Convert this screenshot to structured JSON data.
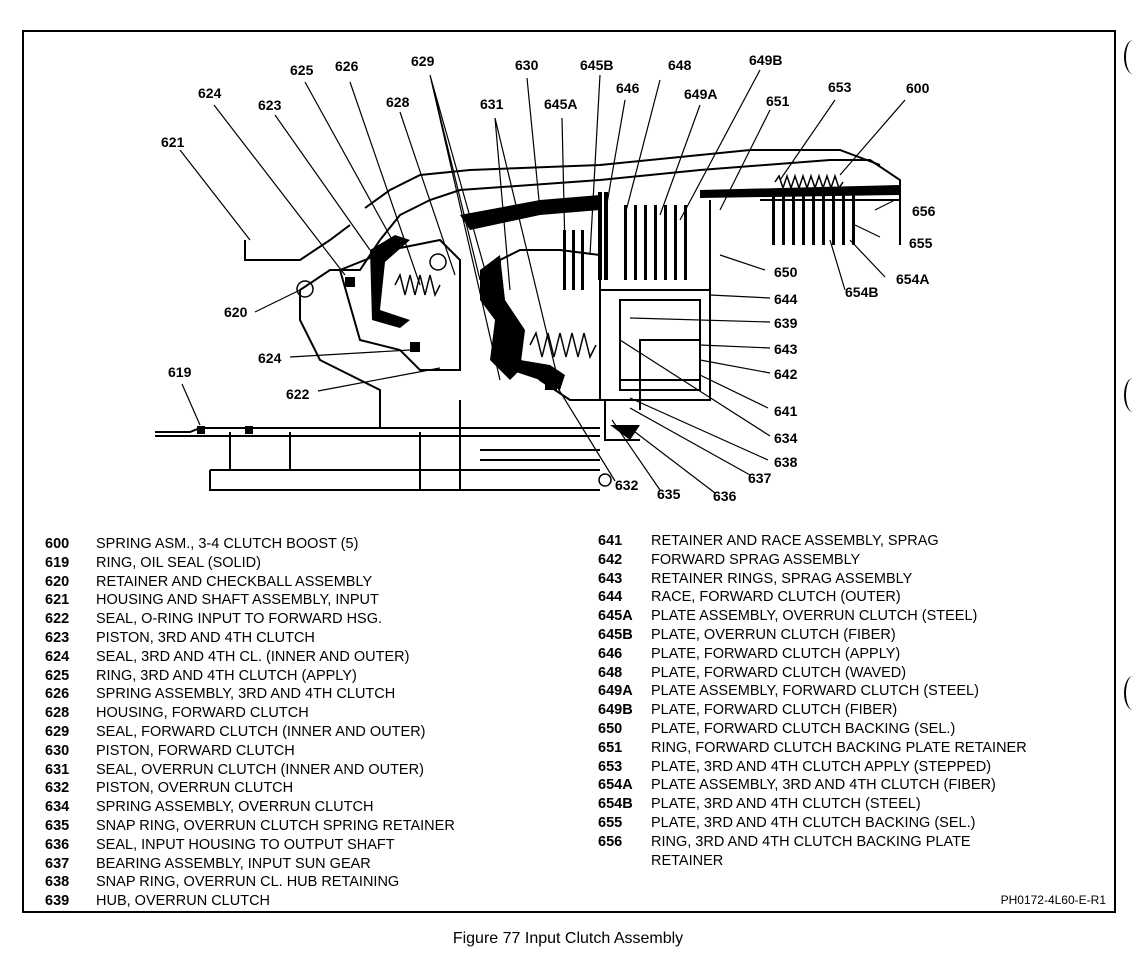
{
  "figure": {
    "caption": "Figure 77 Input Clutch Assembly",
    "reference_code": "PH0172-4L60-E-R1"
  },
  "callouts": [
    "625",
    "626",
    "629",
    "630",
    "645B",
    "648",
    "649B",
    "624",
    "623",
    "628",
    "631",
    "645A",
    "646",
    "649A",
    "651",
    "653",
    "600",
    "621",
    "656",
    "655",
    "650",
    "644",
    "654B",
    "654A",
    "620",
    "639",
    "624",
    "643",
    "642",
    "622",
    "619",
    "641",
    "634",
    "638",
    "637",
    "632",
    "635",
    "636"
  ],
  "legend_left": [
    {
      "num": "600",
      "desc": "SPRING ASM., 3-4 CLUTCH BOOST (5)"
    },
    {
      "num": "619",
      "desc": "RING, OIL SEAL (SOLID)"
    },
    {
      "num": "620",
      "desc": "RETAINER AND CHECKBALL ASSEMBLY"
    },
    {
      "num": "621",
      "desc": "HOUSING AND SHAFT ASSEMBLY, INPUT"
    },
    {
      "num": "622",
      "desc": "SEAL, O-RING INPUT TO FORWARD HSG."
    },
    {
      "num": "623",
      "desc": "PISTON, 3RD AND 4TH CLUTCH"
    },
    {
      "num": "624",
      "desc": "SEAL, 3RD AND 4TH CL. (INNER AND OUTER)"
    },
    {
      "num": "625",
      "desc": "RING, 3RD AND 4TH CLUTCH (APPLY)"
    },
    {
      "num": "626",
      "desc": "SPRING ASSEMBLY, 3RD AND 4TH CLUTCH"
    },
    {
      "num": "628",
      "desc": "HOUSING, FORWARD CLUTCH"
    },
    {
      "num": "629",
      "desc": "SEAL, FORWARD CLUTCH (INNER AND OUTER)"
    },
    {
      "num": "630",
      "desc": "PISTON, FORWARD CLUTCH"
    },
    {
      "num": "631",
      "desc": "SEAL, OVERRUN CLUTCH (INNER AND OUTER)"
    },
    {
      "num": "632",
      "desc": "PISTON, OVERRUN CLUTCH"
    },
    {
      "num": "634",
      "desc": "SPRING ASSEMBLY, OVERRUN CLUTCH"
    },
    {
      "num": "635",
      "desc": "SNAP RING, OVERRUN CLUTCH SPRING RETAINER"
    },
    {
      "num": "636",
      "desc": "SEAL, INPUT HOUSING TO OUTPUT SHAFT"
    },
    {
      "num": "637",
      "desc": "BEARING ASSEMBLY, INPUT SUN GEAR"
    },
    {
      "num": "638",
      "desc": "SNAP RING, OVERRUN CL. HUB RETAINING"
    },
    {
      "num": "639",
      "desc": "HUB, OVERRUN CLUTCH"
    }
  ],
  "legend_right": [
    {
      "num": "641",
      "desc": "RETAINER AND RACE ASSEMBLY, SPRAG"
    },
    {
      "num": "642",
      "desc": "FORWARD SPRAG ASSEMBLY"
    },
    {
      "num": "643",
      "desc": "RETAINER RINGS, SPRAG ASSEMBLY"
    },
    {
      "num": "644",
      "desc": "RACE, FORWARD CLUTCH (OUTER)"
    },
    {
      "num": "645A",
      "desc": "PLATE ASSEMBLY, OVERRUN CLUTCH (STEEL)"
    },
    {
      "num": "645B",
      "desc": "PLATE, OVERRUN CLUTCH (FIBER)"
    },
    {
      "num": "646",
      "desc": "PLATE, FORWARD CLUTCH (APPLY)"
    },
    {
      "num": "648",
      "desc": "PLATE, FORWARD CLUTCH (WAVED)"
    },
    {
      "num": "649A",
      "desc": "PLATE ASSEMBLY, FORWARD CLUTCH (STEEL)"
    },
    {
      "num": "649B",
      "desc": "PLATE, FORWARD CLUTCH (FIBER)"
    },
    {
      "num": "650",
      "desc": "PLATE, FORWARD CLUTCH BACKING (SEL.)"
    },
    {
      "num": "651",
      "desc": "RING, FORWARD CLUTCH BACKING PLATE RETAINER"
    },
    {
      "num": "653",
      "desc": "PLATE, 3RD AND 4TH CLUTCH APPLY (STEPPED)"
    },
    {
      "num": "654A",
      "desc": "PLATE ASSEMBLY, 3RD AND 4TH CLUTCH (FIBER)"
    },
    {
      "num": "654B",
      "desc": "PLATE, 3RD AND 4TH CLUTCH (STEEL)"
    },
    {
      "num": "655",
      "desc": "PLATE, 3RD AND 4TH CLUTCH BACKING (SEL.)"
    },
    {
      "num": "656",
      "desc": "RING, 3RD AND 4TH CLUTCH BACKING PLATE"
    },
    {
      "num": "",
      "desc": "RETAINER"
    }
  ]
}
